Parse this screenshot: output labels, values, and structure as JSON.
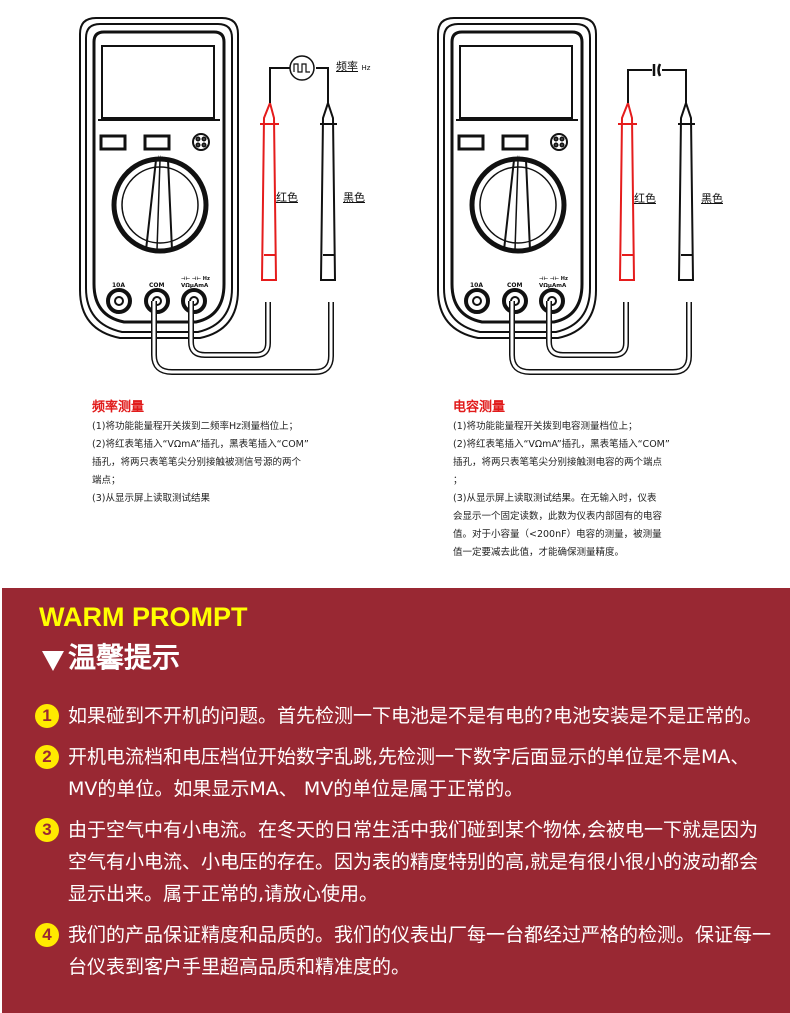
{
  "diagrams": [
    {
      "id": "frequency",
      "signal_label": "频率",
      "signal_unit": "Hz",
      "red_lead_label": "红色",
      "black_lead_label": "黑色",
      "dial_mark": "Hz",
      "jacks": [
        "10A",
        "COM",
        "VΩμAmA"
      ],
      "jack_symbols": "⊣⊢ ⊣⊢ Hz",
      "description": {
        "title": "频率测量",
        "lines": [
          "(1)将功能能量程开关拨到二频率Hz测量档位上；",
          "(2)将红表笔插入“VΩmA”插孔，黑表笔插入“COM”",
          "插孔，将两只表笔笔尖分别接触被测信号源的两个",
          "端点；",
          "(3)从显示屏上读取测试结果"
        ]
      }
    },
    {
      "id": "capacitance",
      "red_lead_label": "红色",
      "black_lead_label": "黑色",
      "dial_mark": "⊣⊢",
      "jacks": [
        "10A",
        "COM",
        "VΩμAmA"
      ],
      "jack_symbols": "⊣⊢ ⊣⊢ Hz",
      "description": {
        "title": "电容测量",
        "lines": [
          "(1)将功能能量程开关拨到电容测量档位上；",
          "(2)将红表笔插入“VΩmA”插孔，黑表笔插入“COM”",
          "插孔，将两只表笔笔尖分别接触测电容的两个端点",
          "；",
          "(3)从显示屏上读取测试结果。在无输入时，仪表",
          "会显示一个固定读数，此数为仪表内部固有的电容",
          "值。对于小容量（<200nF）电容的测量，被测量",
          "值一定要减去此值，才能确保测量精度。"
        ]
      }
    }
  ],
  "warm_prompt": {
    "title_en": "WARM PROMPT",
    "title_zh": "温馨提示",
    "background_color": "#992833",
    "accent_color": "#ffff00",
    "tips": [
      {
        "num": "1",
        "text": "如果碰到不开机的问题。首先检测一下电池是不是有电的?电池安装是不是正常的。"
      },
      {
        "num": "2",
        "text": "开机电流档和电压档位开始数字乱跳,先检测一下数字后面显示的单位是不是MA、 MV的单位。如果显示MA、 MV的单位是属于正常的。"
      },
      {
        "num": "3",
        "text": "由于空气中有小电流。在冬天的日常生活中我们碰到某个物体,会被电一下就是因为空气有小电流、小电压的存在。因为表的精度特别的高,就是有很小很小的波动都会显示出来。属于正常的,请放心使用。"
      },
      {
        "num": "4",
        "text": "我们的产品保证精度和品质的。我们的仪表出厂每一台都经过严格的检测。保证每一台仪表到客户手里超高品质和精准度的。"
      }
    ]
  }
}
